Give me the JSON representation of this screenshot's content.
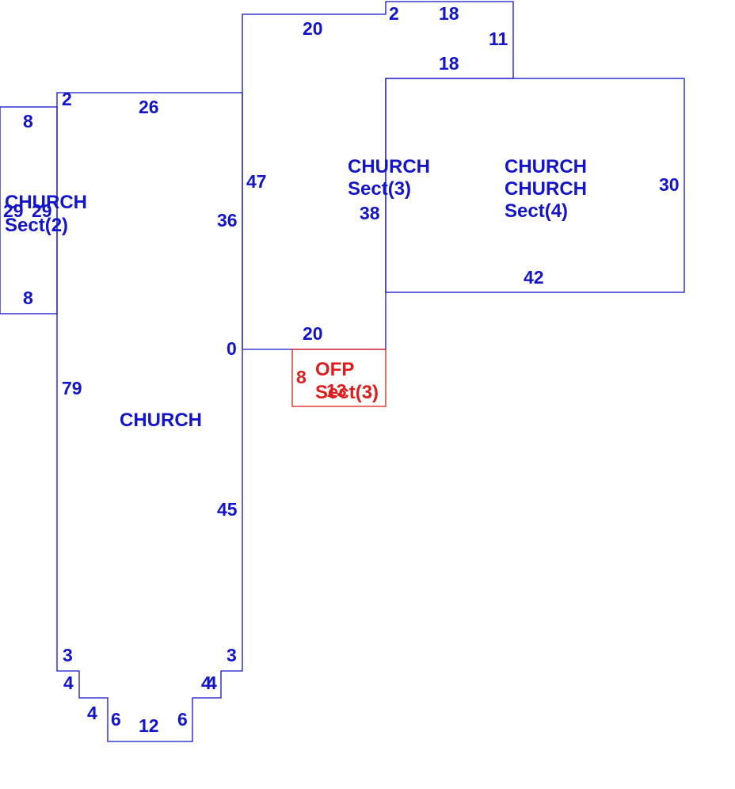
{
  "colors": {
    "church": "#1414c8",
    "ofp": "#dc1e1e"
  },
  "sections": {
    "main": {
      "name": "CHURCH"
    },
    "sect2": {
      "name": "CHURCH",
      "sub": "Sect(2)"
    },
    "sect3": {
      "name": "CHURCH",
      "sub": "Sect(3)"
    },
    "sect4": {
      "line1": "CHURCH",
      "line2": "CHURCH",
      "sub": "Sect(4)"
    },
    "ofp": {
      "name": "OFP",
      "sub": "Sect(3)"
    }
  },
  "dimensions": {
    "main_top": "26",
    "main_top_small": "2",
    "main_left": "79",
    "main_right_upper": "36",
    "main_right_lower": "45",
    "main_zero": "0",
    "corner_left_3": "3",
    "corner_right_3": "3",
    "step_left_4a": "4",
    "step_left_4b": "4",
    "step_right_4a": "4",
    "step_right_4b": "4",
    "bottom_left_6": "6",
    "bottom_right_6": "6",
    "bottom_12": "12",
    "sect2_top": "8",
    "sect2_bottom": "8",
    "sect2_left": "29",
    "sect2_right": "29",
    "sect3_top": "20",
    "sect3_bottom": "20",
    "sect3_left": "47",
    "sect3_right": "38",
    "top_small_2": "2",
    "top_18a": "18",
    "top_18b": "18",
    "top_11": "11",
    "sect4_right": "30",
    "sect4_bottom": "42",
    "ofp_left": "8",
    "ofp_bottom": "13"
  }
}
